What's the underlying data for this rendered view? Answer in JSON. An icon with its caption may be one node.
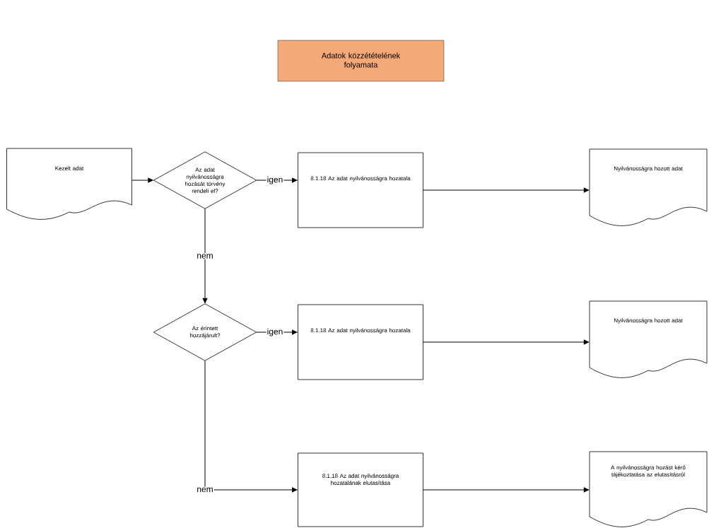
{
  "diagram": {
    "title": "Adatok közzétételének folyamata",
    "nodes": [
      {
        "text": [
          "Kezelt adat"
        ]
      },
      {
        "text": [
          "Az adat nyilvánosságra hozását törvény rendeli el?"
        ]
      },
      {
        "text": [
          "8.1.18 Az adat nyilvánosságra hozatala"
        ]
      },
      {
        "text": [
          "Nyilvánosságra hozott adat"
        ]
      },
      {
        "text": [
          "Az érintett hozzájárult?"
        ]
      },
      {
        "text": [
          "8.1.18 Az adat nyilvánosságra hozatala"
        ]
      },
      {
        "text": [
          "Nyilvánosságra hozott adat"
        ]
      },
      {
        "text": [
          "8.1.18 Az adat nyilvánosságra hozatalának elutasítása"
        ]
      },
      {
        "text": [
          "A nyilvánosságra hozást kérő tájékoztatása az elutasításról"
        ]
      }
    ],
    "edges": [
      {
        "from": 0,
        "to": 1,
        "arrow": "to"
      },
      {
        "from": 1,
        "to": 2,
        "arrow": "to",
        "label": "igen"
      },
      {
        "from": 2,
        "to": 3,
        "arrow": "to"
      },
      {
        "from": 1,
        "to": 4,
        "arrow": "to",
        "label": "nem"
      },
      {
        "from": 4,
        "to": 5,
        "arrow": "to",
        "label": "igen"
      },
      {
        "from": 5,
        "to": 6,
        "arrow": "to"
      },
      {
        "from": 4,
        "to": 7,
        "arrow": "to",
        "label": "nem"
      },
      {
        "from": 7,
        "to": 8,
        "arrow": "to"
      }
    ]
  }
}
